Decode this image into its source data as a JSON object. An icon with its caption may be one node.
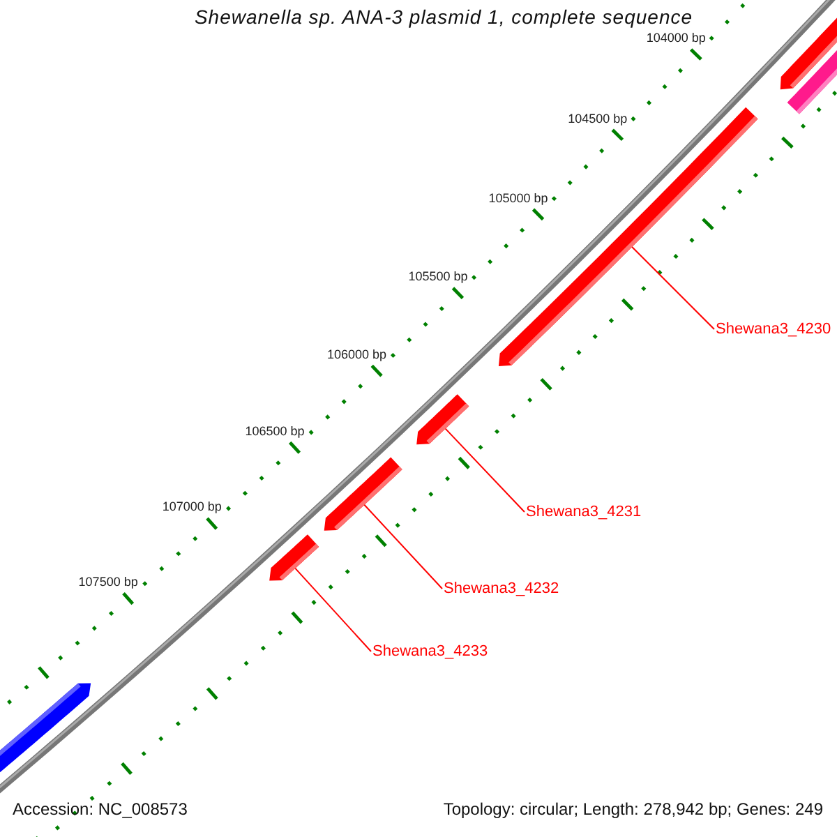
{
  "diagram": {
    "title": "Shewanella sp. ANA-3 plasmid 1, complete sequence",
    "nodes": [
      {
        "text": [],
        "shape": "bar"
      },
      {
        "text": [],
        "shape": "bar"
      },
      {
        "text": [],
        "shape": "bar"
      },
      {
        "text": [
          "Shewana3_4230"
        ]
      },
      {
        "text": [],
        "shape": "bar"
      },
      {
        "text": [
          "Shewana3_4231"
        ]
      },
      {
        "text": [],
        "shape": "bar"
      },
      {
        "text": [
          "Shewana3_4232"
        ]
      },
      {
        "text": [],
        "shape": "bar"
      },
      {
        "text": [
          "Shewana3_4233"
        ]
      },
      {
        "text": [],
        "shape": "bar"
      }
    ],
    "edges": [
      {
        "from": 3,
        "to": 2,
        "arrow": "none"
      },
      {
        "from": 5,
        "to": 4,
        "arrow": "none"
      },
      {
        "from": 7,
        "to": 6,
        "arrow": "none"
      },
      {
        "from": 9,
        "to": 8,
        "arrow": "none"
      }
    ],
    "labels": [
      "104000 bp",
      "104500 bp",
      "105000 bp",
      "105500 bp",
      "106000 bp",
      "106500 bp",
      "107000 bp",
      "107500 bp",
      "Accession: NC_008573",
      "Topology: circular; Length: 278,942 bp; Genes: 249"
    ]
  }
}
